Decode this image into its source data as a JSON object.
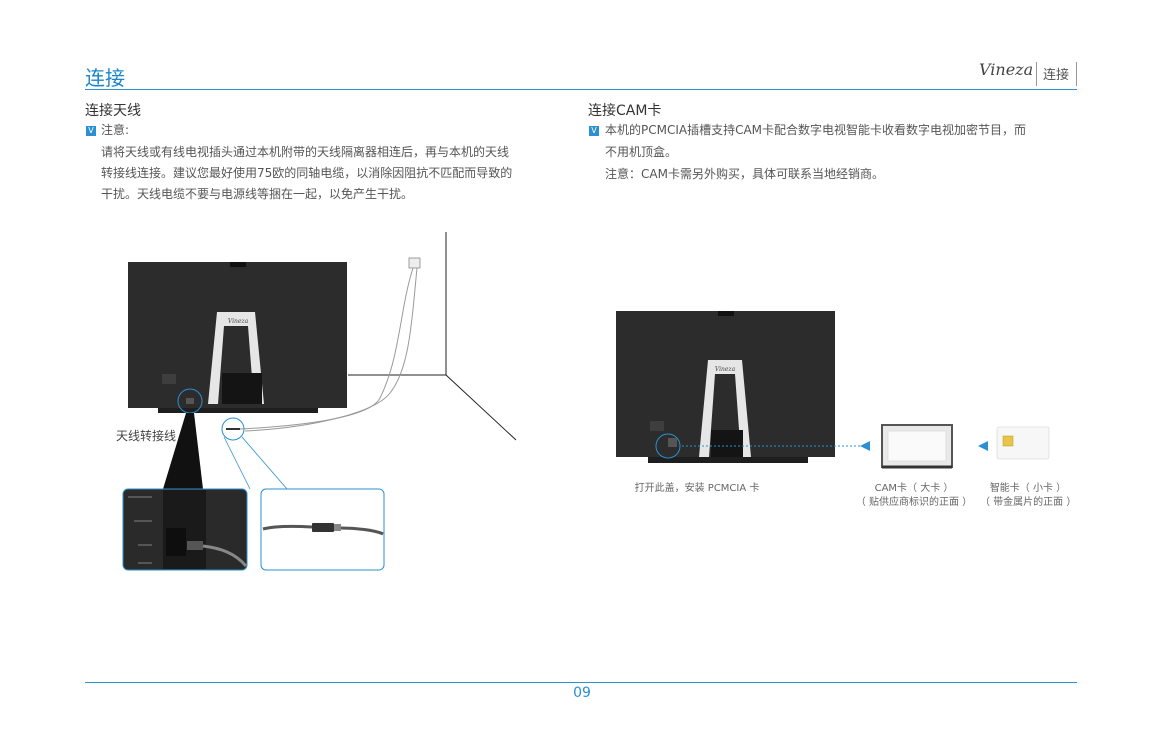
{
  "header": {
    "title": "连接",
    "brand": "Vineza",
    "section": "连接"
  },
  "antenna": {
    "heading": "连接天线",
    "note_icon": "V",
    "note_label": "注意:",
    "lines": [
      "请将天线或有线电视插头通过本机附带的天线隔离器相连后，再与本机的天线",
      "转接线连接。建议您最好使用75欧的同轴电缆，以消除因阻抗不匹配而导致的",
      "干扰。天线电缆不要与电源线等捆在一起，以免产生干扰。"
    ],
    "label": "天线转接线"
  },
  "cam": {
    "heading": "连接CAM卡",
    "note_icon": "V",
    "lines": [
      "本机的PCMCIA插槽支持CAM卡配合数字电视智能卡收看数字电视加密节目，而",
      "不用机顶盒。",
      "注意：CAM卡需另外购买，具体可联系当地经销商。"
    ],
    "caption_open": "打开此盖，安装 PCMCIA 卡",
    "caption_cam_1": "CAM卡（ 大卡 ）",
    "caption_cam_2": "（ 贴供应商标识的正面 ）",
    "caption_smart_1": "智能卡（ 小卡 ）",
    "caption_smart_2": "（ 带金属片的正面 ）"
  },
  "tv_logo": "Vineza",
  "footer": {
    "page_number": "09"
  }
}
